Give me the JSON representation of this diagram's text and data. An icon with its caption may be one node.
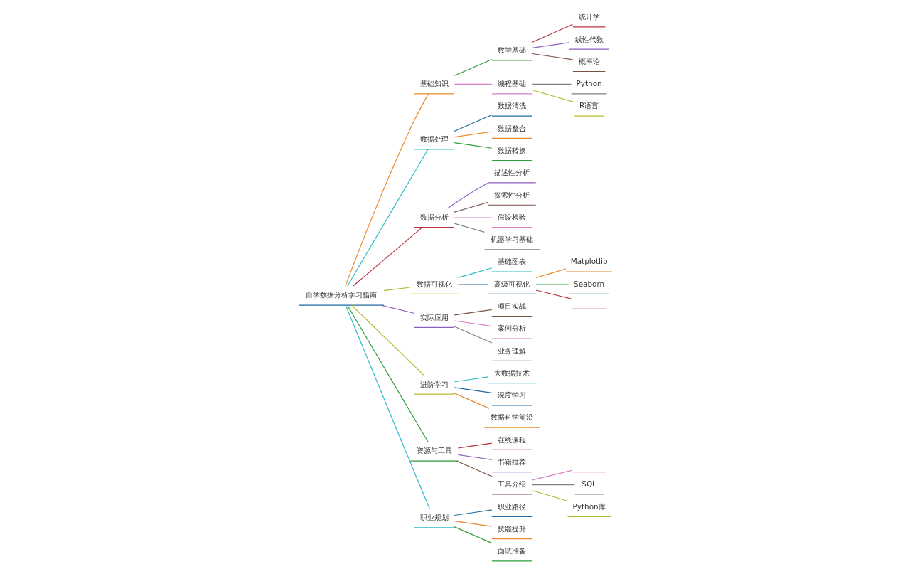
{
  "diagram": {
    "nodes": [
      {
        "text": [
          "自学数据分析学习指南"
        ]
      },
      {
        "text": [
          "基础知识"
        ]
      },
      {
        "text": [
          "数学基础"
        ]
      },
      {
        "text": [
          "统计学"
        ]
      },
      {
        "text": [
          "线性代数"
        ]
      },
      {
        "text": [
          "概率论"
        ]
      },
      {
        "text": [
          "编程基础"
        ]
      },
      {
        "text": [
          "Python"
        ]
      },
      {
        "text": [
          "R语言"
        ]
      },
      {
        "text": [
          "数据处理"
        ]
      },
      {
        "text": [
          "数据清洗"
        ]
      },
      {
        "text": [
          "数据整合"
        ]
      },
      {
        "text": [
          "数据转换"
        ]
      },
      {
        "text": [
          "数据分析"
        ]
      },
      {
        "text": [
          "描述性分析"
        ]
      },
      {
        "text": [
          "探索性分析"
        ]
      },
      {
        "text": [
          "假设检验"
        ]
      },
      {
        "text": [
          "机器学习基础"
        ]
      },
      {
        "text": [
          "数据可视化"
        ]
      },
      {
        "text": [
          "基础图表"
        ]
      },
      {
        "text": [
          "高级可视化"
        ]
      },
      {
        "text": [
          "Matplotlib"
        ]
      },
      {
        "text": [
          "Seaborn"
        ]
      },
      {
        "text": [],
        "shape": "line"
      },
      {
        "text": [
          "实际应用"
        ]
      },
      {
        "text": [
          "项目实战"
        ]
      },
      {
        "text": [
          "案例分析"
        ]
      },
      {
        "text": [
          "业务理解"
        ]
      },
      {
        "text": [
          "进阶学习"
        ]
      },
      {
        "text": [
          "大数据技术"
        ]
      },
      {
        "text": [
          "深度学习"
        ]
      },
      {
        "text": [
          "数据科学前沿"
        ]
      },
      {
        "text": [
          "资源与工具"
        ]
      },
      {
        "text": [
          "在线课程"
        ]
      },
      {
        "text": [
          "书籍推荐"
        ]
      },
      {
        "text": [
          "工具介绍"
        ]
      },
      {
        "text": [],
        "shape": "line"
      },
      {
        "text": [
          "SQL"
        ]
      },
      {
        "text": [
          "Python库"
        ]
      },
      {
        "text": [
          "职业规划"
        ]
      },
      {
        "text": [
          "职业路径"
        ]
      },
      {
        "text": [
          "技能提升"
        ]
      },
      {
        "text": [
          "面试准备"
        ]
      }
    ],
    "edges": [
      {
        "from": 0,
        "to": 1,
        "arrow": "none",
        "color": "#e8892b"
      },
      {
        "from": 1,
        "to": 2,
        "arrow": "none",
        "color": "#2e9e3a"
      },
      {
        "from": 2,
        "to": 3,
        "arrow": "none",
        "color": "#b83240"
      },
      {
        "from": 2,
        "to": 4,
        "arrow": "none",
        "color": "#8e5fbf"
      },
      {
        "from": 2,
        "to": 5,
        "arrow": "none",
        "color": "#7a4f45"
      },
      {
        "from": 1,
        "to": 6,
        "arrow": "none",
        "color": "#d67fc8"
      },
      {
        "from": 6,
        "to": 7,
        "arrow": "none",
        "color": "#808080"
      },
      {
        "from": 6,
        "to": 8,
        "arrow": "none",
        "color": "#b5bd2e"
      },
      {
        "from": 0,
        "to": 9,
        "arrow": "none",
        "color": "#2bbcc8"
      },
      {
        "from": 9,
        "to": 10,
        "arrow": "none",
        "color": "#1f6aa0"
      },
      {
        "from": 9,
        "to": 11,
        "arrow": "none",
        "color": "#e8892b"
      },
      {
        "from": 9,
        "to": 12,
        "arrow": "none",
        "color": "#2e9e3a"
      },
      {
        "from": 0,
        "to": 13,
        "arrow": "none",
        "color": "#b83240"
      },
      {
        "from": 13,
        "to": 14,
        "arrow": "none",
        "color": "#8e5fbf"
      },
      {
        "from": 13,
        "to": 15,
        "arrow": "none",
        "color": "#7a4f45"
      },
      {
        "from": 13,
        "to": 16,
        "arrow": "none",
        "color": "#d67fc8"
      },
      {
        "from": 13,
        "to": 17,
        "arrow": "none",
        "color": "#808080"
      },
      {
        "from": 0,
        "to": 18,
        "arrow": "none",
        "color": "#b5bd2e"
      },
      {
        "from": 18,
        "to": 19,
        "arrow": "none",
        "color": "#2bbcc8"
      },
      {
        "from": 18,
        "to": 20,
        "arrow": "none",
        "color": "#1f6aa0"
      },
      {
        "from": 20,
        "to": 21,
        "arrow": "none",
        "color": "#e8892b"
      },
      {
        "from": 20,
        "to": 22,
        "arrow": "none",
        "color": "#2e9e3a"
      },
      {
        "from": 20,
        "to": 23,
        "arrow": "none",
        "color": "#b83240"
      },
      {
        "from": 0,
        "to": 24,
        "arrow": "none",
        "color": "#8e5fbf"
      },
      {
        "from": 24,
        "to": 25,
        "arrow": "none",
        "color": "#7a4f45"
      },
      {
        "from": 24,
        "to": 26,
        "arrow": "none",
        "color": "#d67fc8"
      },
      {
        "from": 24,
        "to": 27,
        "arrow": "none",
        "color": "#808080"
      },
      {
        "from": 0,
        "to": 28,
        "arrow": "none",
        "color": "#b5bd2e"
      },
      {
        "from": 28,
        "to": 29,
        "arrow": "none",
        "color": "#2bbcc8"
      },
      {
        "from": 28,
        "to": 30,
        "arrow": "none",
        "color": "#1f6aa0"
      },
      {
        "from": 28,
        "to": 31,
        "arrow": "none",
        "color": "#e8892b"
      },
      {
        "from": 0,
        "to": 32,
        "arrow": "none",
        "color": "#2e9e3a"
      },
      {
        "from": 32,
        "to": 33,
        "arrow": "none",
        "color": "#b83240"
      },
      {
        "from": 32,
        "to": 34,
        "arrow": "none",
        "color": "#8e5fbf"
      },
      {
        "from": 32,
        "to": 35,
        "arrow": "none",
        "color": "#7a4f45"
      },
      {
        "from": 35,
        "to": 36,
        "arrow": "none",
        "color": "#d67fc8"
      },
      {
        "from": 35,
        "to": 37,
        "arrow": "none",
        "color": "#808080"
      },
      {
        "from": 35,
        "to": 38,
        "arrow": "none",
        "color": "#b5bd2e"
      },
      {
        "from": 0,
        "to": 39,
        "arrow": "none",
        "color": "#2bbcc8"
      },
      {
        "from": 39,
        "to": 40,
        "arrow": "none",
        "color": "#1f6aa0"
      },
      {
        "from": 39,
        "to": 41,
        "arrow": "none",
        "color": "#e8892b"
      },
      {
        "from": 39,
        "to": 42,
        "arrow": "none",
        "color": "#2e9e3a"
      }
    ]
  }
}
